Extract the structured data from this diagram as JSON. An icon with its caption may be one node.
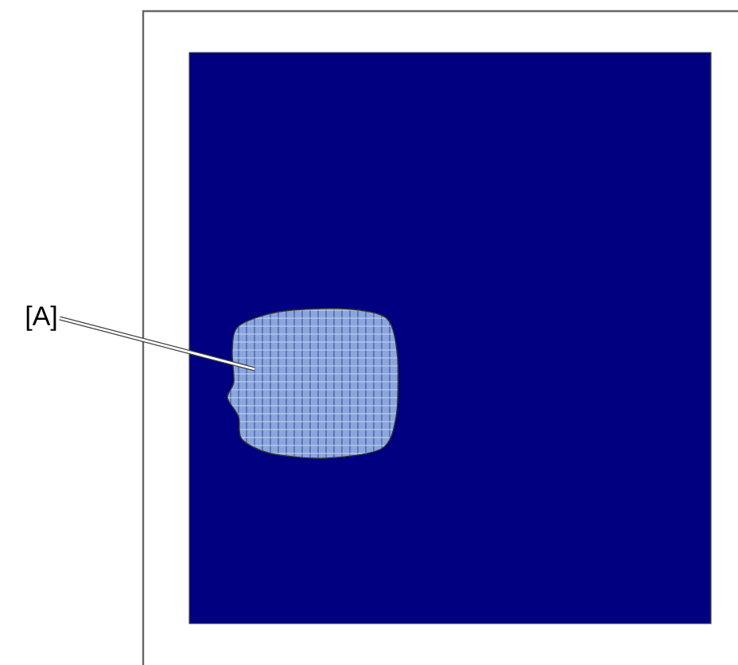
{
  "diagram": {
    "nodes": [
      {
        "text": [
          "[A]"
        ]
      },
      {
        "text": [],
        "shape": "blob"
      }
    ],
    "edges": [
      {
        "from": 0,
        "to": 1,
        "arrow": "none"
      }
    ]
  }
}
